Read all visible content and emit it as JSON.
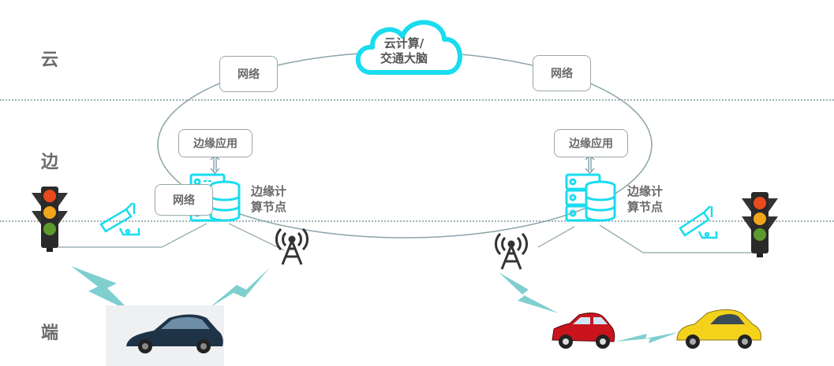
{
  "layers": {
    "cloud": "云",
    "edge": "边",
    "device": "端"
  },
  "cloud": {
    "line1": "云计算/",
    "line2": "交通大脑"
  },
  "network_label": "网络",
  "edge_app_label": "边缘应用",
  "edge_node": {
    "line1": "边缘计",
    "line2": "算节点"
  },
  "colors": {
    "cyan": "#19dcef",
    "lightning": "#7fcfcf",
    "line": "#8aa4a8",
    "text": "#6a6a6a"
  },
  "icons": [
    "cloud-icon",
    "server-icon",
    "traffic-light-icon",
    "camera-icon",
    "cell-tower-icon",
    "car-icon",
    "lightning-icon"
  ]
}
